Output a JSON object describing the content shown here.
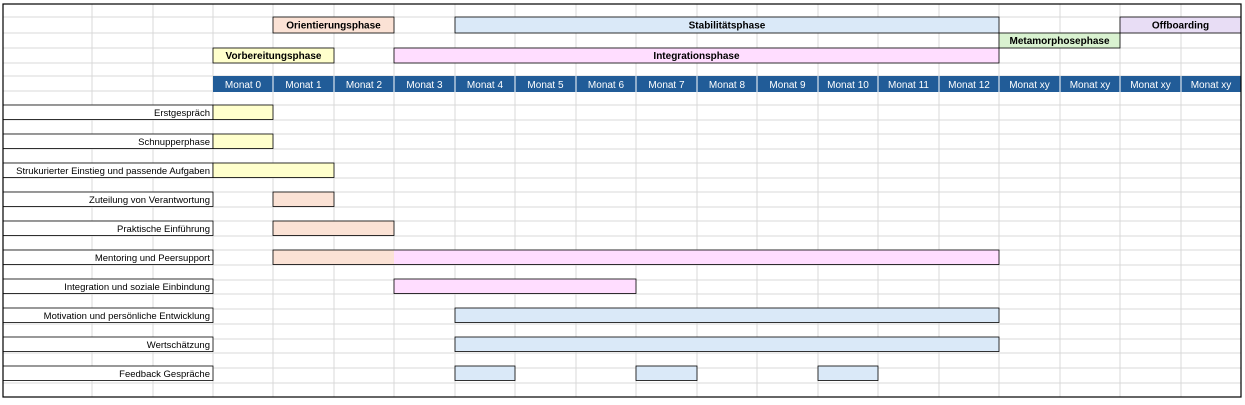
{
  "chart_data": {
    "type": "gantt",
    "colors": {
      "orange": "#FBE2D5",
      "blue": "#DAE9F8",
      "yellow": "#FFFFCC",
      "pink": "#FFDDFF",
      "green": "#D9F2D0",
      "purple": "#E8DDF5",
      "header": "#215C98",
      "grid": "#D9D9D9"
    },
    "columns": [
      "Monat 0",
      "Monat 1",
      "Monat 2",
      "Monat 3",
      "Monat 4",
      "Monat 5",
      "Monat 6",
      "Monat 7",
      "Monat 8",
      "Monat 9",
      "Monat 10",
      "Monat 11",
      "Monat 12",
      "Monat xy",
      "Monat xy",
      "Monat xy",
      "Monat xy"
    ],
    "phases": [
      {
        "label": "Orientierungsphase",
        "start": 1,
        "end": 3,
        "row": 1,
        "color": "orange"
      },
      {
        "label": "Stabilitätsphase",
        "start": 4,
        "end": 13,
        "row": 1,
        "color": "blue"
      },
      {
        "label": "Offboarding",
        "start": 15,
        "end": 17,
        "row": 1,
        "color": "purple"
      },
      {
        "label": "Metamorphosephase",
        "start": 13,
        "end": 15,
        "row": 2,
        "color": "green"
      },
      {
        "label": "Vorbereitungsphase",
        "start": 0,
        "end": 2,
        "row": 3,
        "color": "yellow"
      },
      {
        "label": "Integrationsphase",
        "start": 3,
        "end": 13,
        "row": 3,
        "color": "pink"
      }
    ],
    "tasks": [
      {
        "label": "Erstgespräch",
        "segments": [
          {
            "start": 0,
            "end": 1,
            "color": "yellow"
          }
        ]
      },
      {
        "label": "Schnupperphase",
        "segments": [
          {
            "start": 0,
            "end": 1,
            "color": "yellow"
          }
        ]
      },
      {
        "label": "Strukurierter Einstieg und passende Aufgaben",
        "segments": [
          {
            "start": 0,
            "end": 2,
            "color": "yellow"
          }
        ]
      },
      {
        "label": "Zuteilung von Verantwortung",
        "segments": [
          {
            "start": 1,
            "end": 2,
            "color": "orange"
          }
        ]
      },
      {
        "label": "Praktische Einführung",
        "segments": [
          {
            "start": 1,
            "end": 3,
            "color": "orange"
          }
        ]
      },
      {
        "label": "Mentoring und Peersupport",
        "segments": [
          {
            "start": 1,
            "end": 3,
            "color": "orange"
          },
          {
            "start": 3,
            "end": 13,
            "color": "pink"
          }
        ]
      },
      {
        "label": "Integration und soziale Einbindung",
        "segments": [
          {
            "start": 3,
            "end": 7,
            "color": "pink"
          }
        ]
      },
      {
        "label": "Motivation und persönliche Entwicklung",
        "segments": [
          {
            "start": 4,
            "end": 13,
            "color": "blue"
          }
        ]
      },
      {
        "label": "Wertschätzung",
        "segments": [
          {
            "start": 4,
            "end": 13,
            "color": "blue"
          }
        ]
      },
      {
        "label": "Feedback Gespräche",
        "segments": [
          {
            "start": 4,
            "end": 5,
            "color": "blue"
          },
          {
            "start": 7,
            "end": 8,
            "color": "blue"
          },
          {
            "start": 10,
            "end": 11,
            "color": "blue"
          }
        ]
      }
    ]
  }
}
